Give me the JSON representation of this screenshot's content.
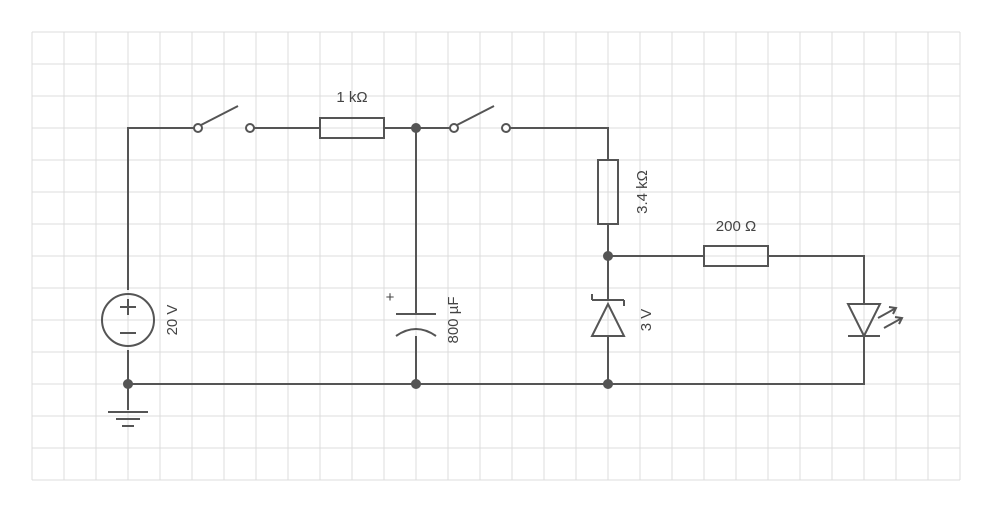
{
  "diagram": {
    "colors": {
      "wire": "#555555",
      "grid": "#dcdcdc",
      "background": "#ffffff",
      "text": "#444444"
    },
    "source": {
      "label": "20 V",
      "plus": "+",
      "minus": "−"
    },
    "resistor_r1": {
      "label": "1 kΩ"
    },
    "resistor_r2": {
      "label": "3.4 kΩ"
    },
    "resistor_r3": {
      "label": "200 Ω"
    },
    "capacitor": {
      "label": "800 µF",
      "plus": "+"
    },
    "zener": {
      "label": "3 V"
    },
    "led": {
      "label": ""
    }
  }
}
